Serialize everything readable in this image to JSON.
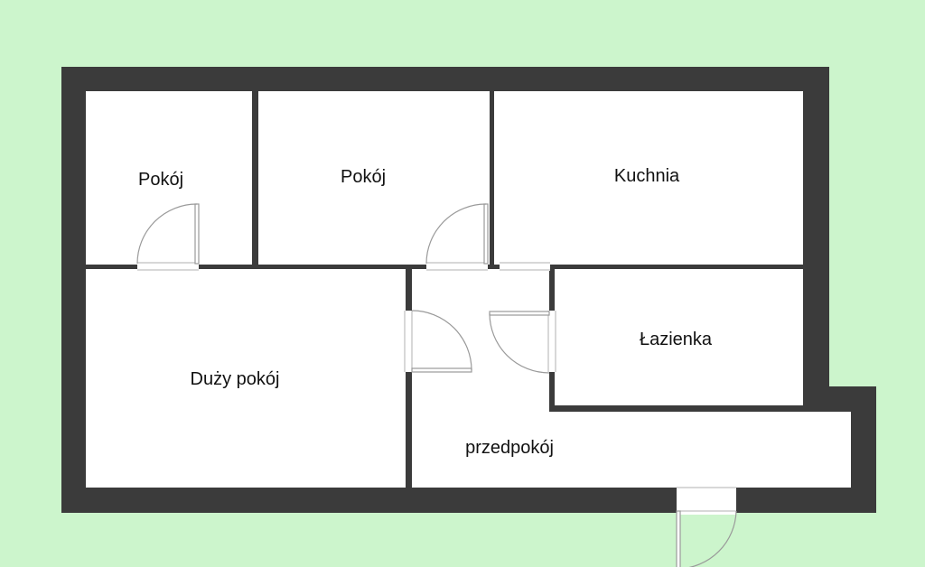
{
  "colors": {
    "background": "#ccf5cc",
    "wall": "#3b3b3b",
    "floor": "#ffffff",
    "door": "#9a9a9a"
  },
  "rooms": {
    "pokoj_left": "Pokój",
    "pokoj_middle": "Pokój",
    "kuchnia": "Kuchnia",
    "lazienka": "Łazienka",
    "duzy_pokoj": "Duży pokój",
    "przedpokoj": "przedpokój"
  },
  "icons": {
    "door": "door-swing-icon",
    "entrance": "entrance-door-icon"
  }
}
